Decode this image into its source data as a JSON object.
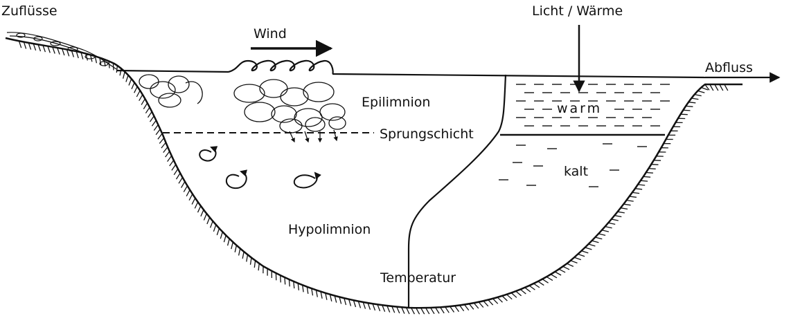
{
  "diagram": {
    "labels": {
      "inflow": "Zuflüsse",
      "wind": "Wind",
      "light_heat": "Licht / Wärme",
      "outflow": "Abfluss",
      "epilimnion": "Epilimnion",
      "thermocline": "Sprungschicht",
      "warm": "warm",
      "cold": "kalt",
      "hypolimnion": "Hypolimnion",
      "temperature": "Temperatur"
    },
    "colors": {
      "ink": "#111111",
      "background": "#ffffff"
    }
  }
}
